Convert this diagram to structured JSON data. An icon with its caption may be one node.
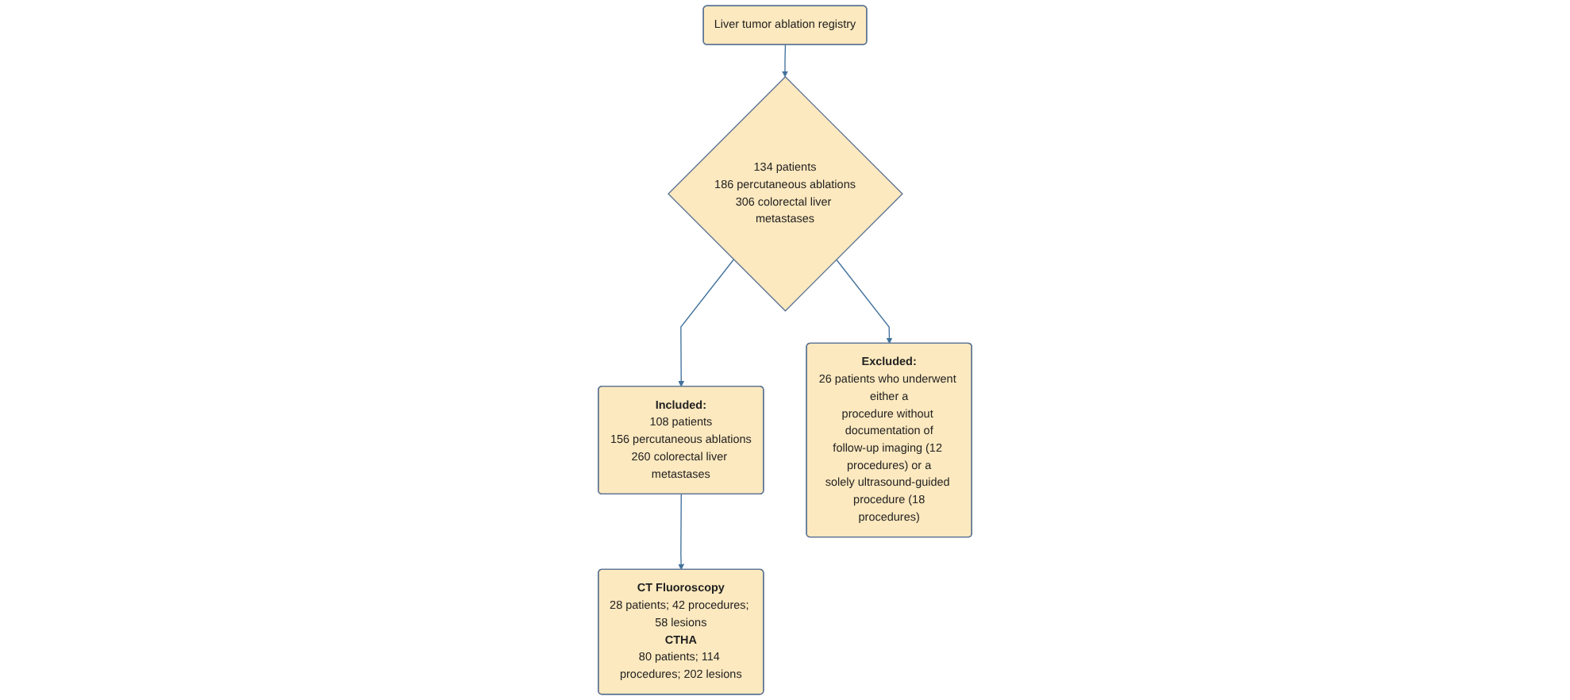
{
  "diagram": {
    "nodes": [
      {
        "text": [
          "Liver tumor ablation registry"
        ]
      },
      {
        "text": [
          "134 patients",
          "186 percutaneous ablations",
          "306 colorectal liver metastases"
        ]
      },
      {
        "text": [
          "Included:",
          "108 patients",
          "156 percutaneous ablations",
          "260 colorectal liver metastases"
        ]
      },
      {
        "text": [
          "Excluded:",
          "26 patients who underwent either a procedure without documentation of follow-up imaging (12 procedures) or a solely ultrasound-guided procedure (18 procedures)"
        ]
      },
      {
        "text": [
          "CT Fluoroscopy",
          "28 patients; 42 procedures; 58 lesions",
          "CTHA",
          "80 patients; 114 procedures; 202 lesions"
        ]
      }
    ],
    "edges": [
      {
        "from": 0,
        "to": 1,
        "arrow": "to"
      },
      {
        "from": 1,
        "to": 2,
        "arrow": "to"
      },
      {
        "from": 1,
        "to": 3,
        "arrow": "to"
      },
      {
        "from": 2,
        "to": 4,
        "arrow": "to"
      }
    ]
  }
}
